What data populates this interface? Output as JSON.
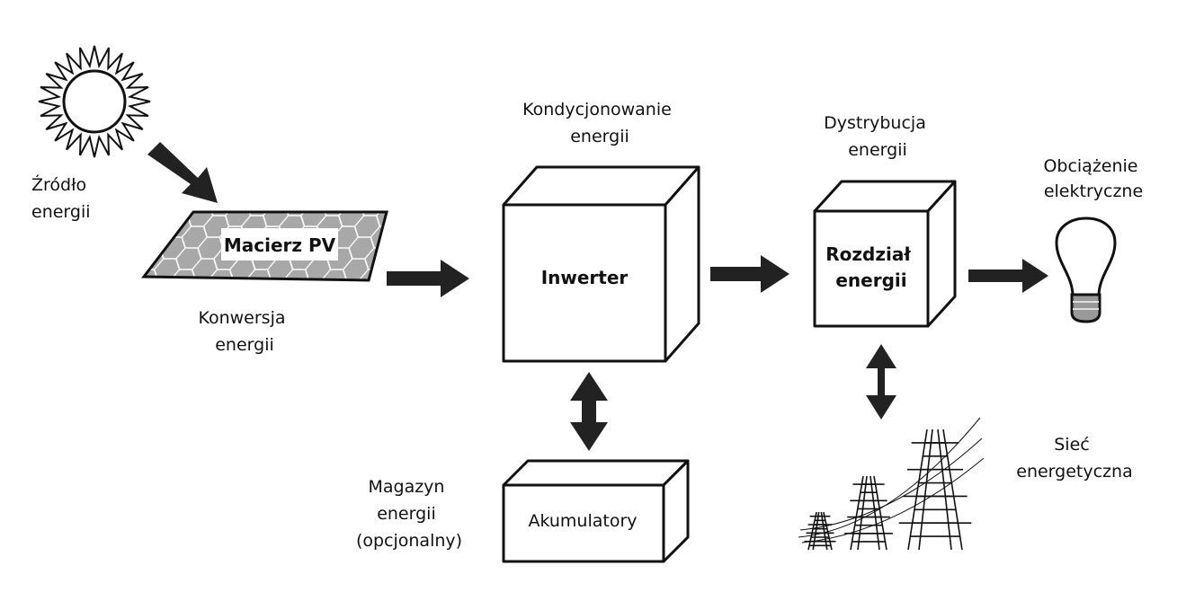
{
  "source": {
    "label_line1": "Źródło",
    "label_line2": "energii"
  },
  "pv_array": {
    "title": "Macierz PV",
    "caption_line1": "Konwersja",
    "caption_line2": "energii"
  },
  "inverter": {
    "title": "Inwerter",
    "caption_line1": "Kondycjonowanie",
    "caption_line2": "energii"
  },
  "storage": {
    "title": "Akumulatory",
    "caption_line1": "Magazyn",
    "caption_line2": "energii",
    "caption_line3": "(opcjonalny)"
  },
  "distribution": {
    "title_line1": "Rozdział",
    "title_line2": "energii",
    "caption_line1": "Dystrybucja",
    "caption_line2": "energii"
  },
  "load": {
    "caption_line1": "Obciążenie",
    "caption_line2": "elektryczne"
  },
  "grid": {
    "caption_line1": "Sieć",
    "caption_line2": "energetyczna"
  },
  "colors": {
    "arrow": "#222222",
    "panel": "#a8a8a8",
    "outline": "#111111"
  }
}
